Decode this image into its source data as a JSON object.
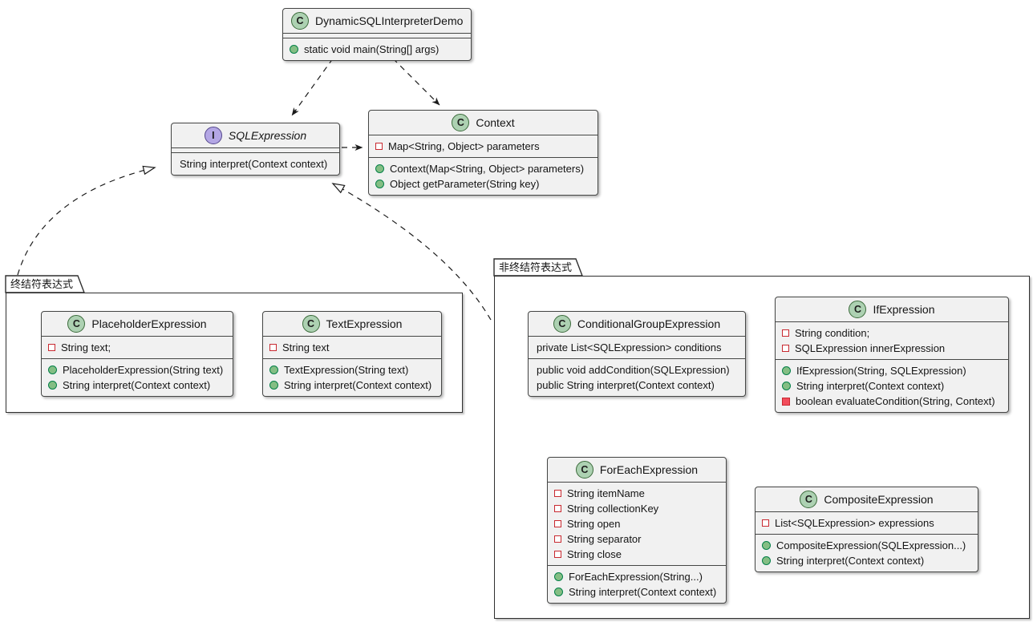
{
  "colors": {
    "class_fill": "#F1F1F1",
    "border": "#454645",
    "class_circle": "#ADD1B2",
    "interface_circle": "#B4A7E5",
    "field_icon": "#C82930",
    "public_method_icon": "#84BE84",
    "private_method_icon": "#F24D5C"
  },
  "packages": {
    "terminal": {
      "label": "终结符表达式"
    },
    "nonterminal": {
      "label": "非终结符表达式"
    }
  },
  "classes": {
    "demo": {
      "letter": "C",
      "name": "DynamicSQLInterpreterDemo",
      "methods": [
        {
          "text": "static void main(String[] args)"
        }
      ]
    },
    "sql_expression": {
      "letter": "I",
      "name": "SQLExpression",
      "methods": [
        {
          "text": "String interpret(Context context)"
        }
      ]
    },
    "context": {
      "letter": "C",
      "name": "Context",
      "fields": [
        {
          "text": "Map<String, Object> parameters"
        }
      ],
      "methods": [
        {
          "text": "Context(Map<String, Object> parameters)"
        },
        {
          "text": "Object getParameter(String key)"
        }
      ]
    },
    "placeholder": {
      "letter": "C",
      "name": "PlaceholderExpression",
      "fields": [
        {
          "text": "String text;"
        }
      ],
      "methods": [
        {
          "text": "PlaceholderExpression(String text)"
        },
        {
          "text": "String interpret(Context context)"
        }
      ]
    },
    "text_expression": {
      "letter": "C",
      "name": "TextExpression",
      "fields": [
        {
          "text": "String text"
        }
      ],
      "methods": [
        {
          "text": "TextExpression(String text)"
        },
        {
          "text": "String interpret(Context context)"
        }
      ]
    },
    "conditional_group": {
      "letter": "C",
      "name": "ConditionalGroupExpression",
      "fields": [
        {
          "text": "private List<SQLExpression> conditions"
        }
      ],
      "methods": [
        {
          "text": "public void addCondition(SQLExpression)"
        },
        {
          "text": "public String interpret(Context context)"
        }
      ]
    },
    "if_expression": {
      "letter": "C",
      "name": "IfExpression",
      "fields": [
        {
          "text": "String condition;"
        },
        {
          "text": "SQLExpression innerExpression"
        }
      ],
      "methods": [
        {
          "text": "IfExpression(String, SQLExpression)"
        },
        {
          "text": "String interpret(Context context)"
        },
        {
          "text": "boolean evaluateCondition(String, Context)"
        }
      ]
    },
    "foreach": {
      "letter": "C",
      "name": "ForEachExpression",
      "fields": [
        {
          "text": "String itemName"
        },
        {
          "text": "String collectionKey"
        },
        {
          "text": "String open"
        },
        {
          "text": "String separator"
        },
        {
          "text": "String close"
        }
      ],
      "methods": [
        {
          "text": "ForEachExpression(String...)"
        },
        {
          "text": "String interpret(Context context)"
        }
      ]
    },
    "composite": {
      "letter": "C",
      "name": "CompositeExpression",
      "fields": [
        {
          "text": "List<SQLExpression> expressions"
        }
      ],
      "methods": [
        {
          "text": "CompositeExpression(SQLExpression...)"
        },
        {
          "text": "String interpret(Context context)"
        }
      ]
    }
  },
  "relationships": [
    {
      "from": "DynamicSQLInterpreterDemo",
      "to": "SQLExpression",
      "type": "dependency"
    },
    {
      "from": "DynamicSQLInterpreterDemo",
      "to": "Context",
      "type": "dependency"
    },
    {
      "from": "SQLExpression",
      "to": "Context",
      "type": "dependency"
    },
    {
      "from": "终结符表达式",
      "to": "SQLExpression",
      "type": "realization"
    },
    {
      "from": "非终结符表达式",
      "to": "SQLExpression",
      "type": "realization"
    }
  ]
}
